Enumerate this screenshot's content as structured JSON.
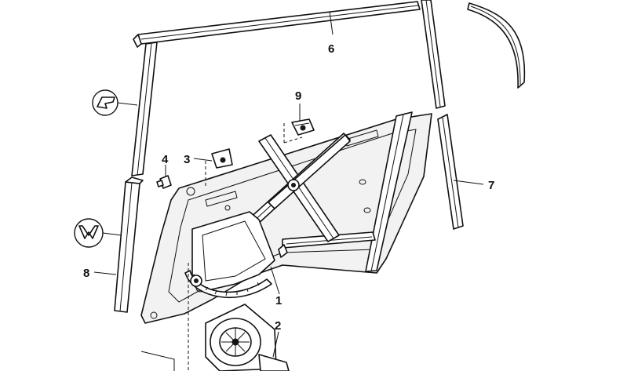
{
  "callouts": [
    {
      "id": "1",
      "label": "1"
    },
    {
      "id": "2",
      "label": "2"
    },
    {
      "id": "3",
      "label": "3"
    },
    {
      "id": "4",
      "label": "4"
    },
    {
      "id": "6",
      "label": "6"
    },
    {
      "id": "7",
      "label": "7"
    },
    {
      "id": "8",
      "label": "8"
    },
    {
      "id": "9",
      "label": "9"
    }
  ],
  "colors": {
    "line": "#111111",
    "background": "#ffffff",
    "shade": "#f2f2f2"
  }
}
